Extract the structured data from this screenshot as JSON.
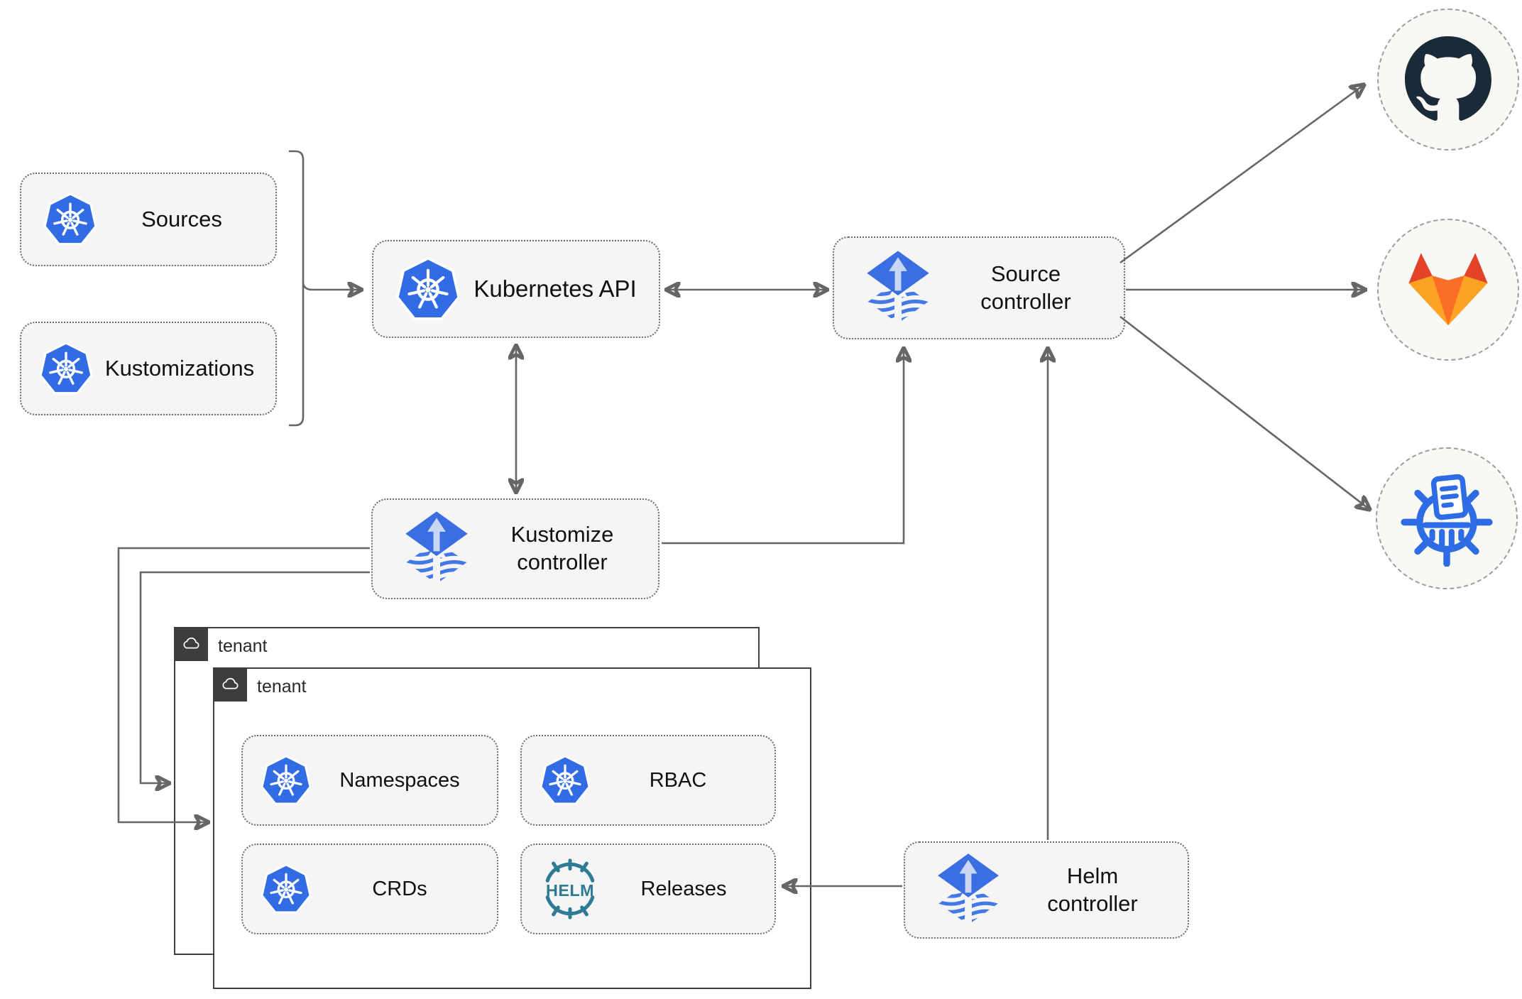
{
  "nodes": {
    "sources": "Sources",
    "kustomizations": "Kustomizations",
    "kubernetes_api": "Kubernetes API",
    "source_controller": "Source controller",
    "kustomize_controller": "Kustomize controller",
    "helm_controller": "Helm controller",
    "namespaces": "Namespaces",
    "rbac": "RBAC",
    "crds": "CRDs",
    "releases": "Releases"
  },
  "tenants": {
    "outer": "tenant",
    "inner": "tenant"
  },
  "helm_logo_text": "HELM",
  "remotes": {
    "top": "github",
    "middle": "gitlab",
    "bottom": "kubernetes-manifests-bucket"
  },
  "colors": {
    "kubernetes_blue": "#326CE5",
    "flux_blue": "#3B6EE0",
    "flux_arrow_light": "#C7D7F4",
    "flux_stripe_blue": "#4478E6",
    "helm_teal": "#2E7B93",
    "github_dark": "#1B2A38",
    "gitlab_red": "#E24329",
    "gitlab_orange": "#FC6D26",
    "gitlab_amber": "#FCA326",
    "bucket_blue": "#2D6CE5",
    "arrow_gray": "#666666",
    "node_fill": "#F5F5F5",
    "node_border": "#6E6E6E",
    "tenant_border": "#3F3F3F",
    "tenant_header_bg": "#3D3D3D"
  }
}
